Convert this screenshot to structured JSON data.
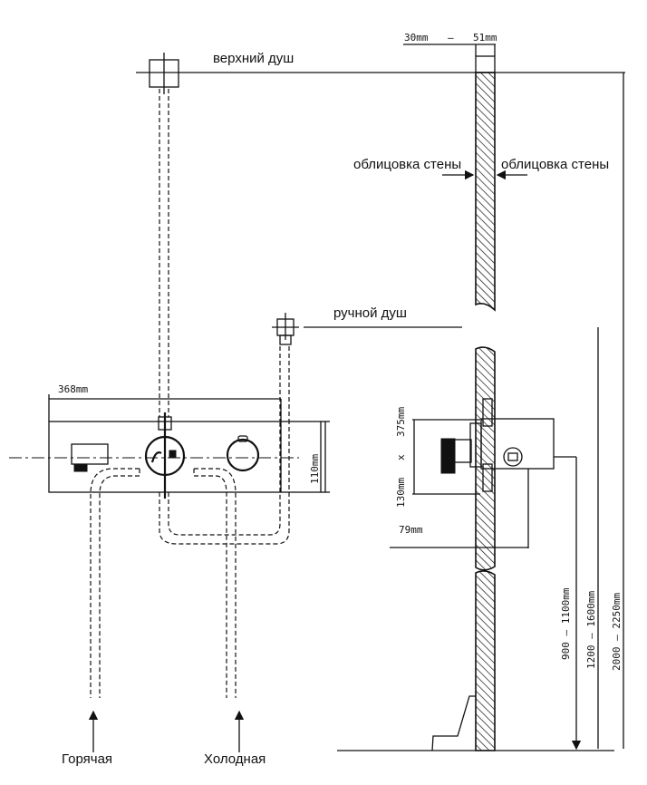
{
  "diagram": {
    "labels": {
      "top_shower": "верхний душ",
      "hand_shower": "ручной душ",
      "wall_cladding_left": "облицовка стены",
      "wall_cladding_right": "облицовка стены",
      "hot_water": "Горячая",
      "cold_water": "Холодная"
    },
    "dimensions": {
      "wall_thickness_min": "30mm",
      "wall_thickness_sep": "—",
      "wall_thickness_max": "51mm",
      "panel_width": "368mm",
      "panel_height": "110mm",
      "box_height": "375mm",
      "box_x": "x",
      "box_width": "130mm",
      "box_depth": "79mm",
      "mixer_height": "900 — 1100mm",
      "hand_shower_height": "1200 — 1600mm",
      "top_shower_height": "2000 — 2250mm"
    }
  }
}
